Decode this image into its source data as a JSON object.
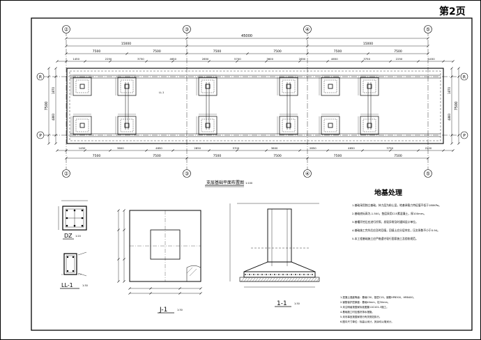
{
  "page": {
    "number_label": "第2页"
  },
  "plan": {
    "title": "支层基础平面布置图",
    "scale": "1:100",
    "overall_width": "45000",
    "half_widths": [
      "15000",
      "15000"
    ],
    "bays_top": [
      "7500",
      "7500",
      "7500",
      "7500",
      "7500",
      "7500"
    ],
    "bays_bottom": [
      "7500",
      "7500",
      "7500",
      "7500",
      "7500",
      "7500"
    ],
    "segments_top": [
      "1450",
      "2250",
      "3750",
      "4650",
      "2850",
      "5700",
      "3600",
      "2850",
      "4650",
      "3750",
      "2250",
      "1450"
    ],
    "segments_bottom": [
      "1450",
      "3600",
      "4650",
      "2850",
      "5700",
      "3600",
      "2850",
      "4650",
      "3750",
      "2250"
    ],
    "depth_total": "7500",
    "depth_parts": [
      "1870",
      "4860"
    ],
    "axis_grid_top": [
      "②",
      "③",
      "④",
      "⑤"
    ],
    "axis_grid_bottom": [
      "②",
      "③",
      "④",
      "⑤"
    ],
    "axis_row_labels": [
      "R",
      "P"
    ],
    "beam_label": "LL-1"
  },
  "details": {
    "dz": {
      "label": "DZ",
      "scale": "1:20"
    },
    "ll1": {
      "label": "LL-1",
      "scale": "1:30"
    },
    "j1": {
      "label": "J-1",
      "scale": "1:30"
    },
    "section11": {
      "label": "1-1",
      "scale": "1:30"
    }
  },
  "notes": {
    "title": "地基处理",
    "items": [
      "1.基础采用独立基础，持力层为粉土层，地基承载力特征值不低于180KPa。",
      "2.基础底标高为-1.500，垫层采用C15素混凝土，厚100mm。",
      "3.基槽开挖后应进行钎探，发现异常及时通知设计单位。",
      "4.基础施工完毕后应及时回填，回填土应分层夯实，压实系数不小于0.94。",
      "5.本工程基础施工应严格遵守现行国家施工及验收规范。"
    ],
    "general": [
      "1.混凝土强度等级：基础C30，垫层C15。钢筋HPB300，HRB400。",
      "2.钢筋保护层厚度：基础40mm，柱30mm。",
      "3.未注明者按国家标准图集11G101-3施工。",
      "4.基础施工时应做好排水措施。",
      "5.未尽事宜按国家现行有关规范执行。",
      "6.图中尺寸单位：标高以米计，其余均以毫米计。"
    ]
  }
}
